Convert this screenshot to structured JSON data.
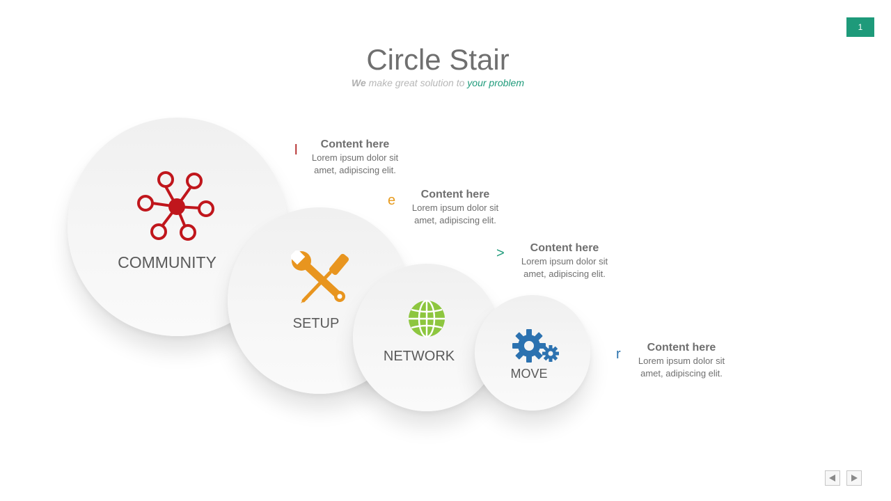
{
  "slide": {
    "number": "1"
  },
  "header": {
    "title": "Circle Stair",
    "subtitle_we": "We",
    "subtitle_mid": " make great solution to ",
    "subtitle_accent": "your problem"
  },
  "circles": [
    {
      "label": "COMMUNITY",
      "icon": "community-network-icon",
      "color": "#c0161c"
    },
    {
      "label": "SETUP",
      "icon": "wrench-screwdriver-icon",
      "color": "#e8951f"
    },
    {
      "label": "NETWORK",
      "icon": "globe-icon",
      "color": "#8dc63f"
    },
    {
      "label": "MOVE",
      "icon": "gears-icon",
      "color": "#2c72b0"
    }
  ],
  "items": [
    {
      "marker": "l",
      "heading": "Content here",
      "line1": "Lorem ipsum dolor sit",
      "line2": "amet, adipiscing elit."
    },
    {
      "marker": "e",
      "heading": "Content here",
      "line1": "Lorem ipsum dolor sit",
      "line2": "amet, adipiscing elit."
    },
    {
      "marker": ">",
      "heading": "Content here",
      "line1": "Lorem ipsum dolor sit",
      "line2": "amet, adipiscing elit."
    },
    {
      "marker": "r",
      "heading": "Content here",
      "line1": "Lorem ipsum dolor sit",
      "line2": "amet, adipiscing elit."
    }
  ],
  "nav": {
    "prev_icon": "triangle-left-icon",
    "next_icon": "triangle-right-icon"
  },
  "colors": {
    "accent": "#1e9a7a",
    "red": "#c0161c",
    "orange": "#e8951f",
    "green": "#8dc63f",
    "blue": "#2c72b0"
  }
}
